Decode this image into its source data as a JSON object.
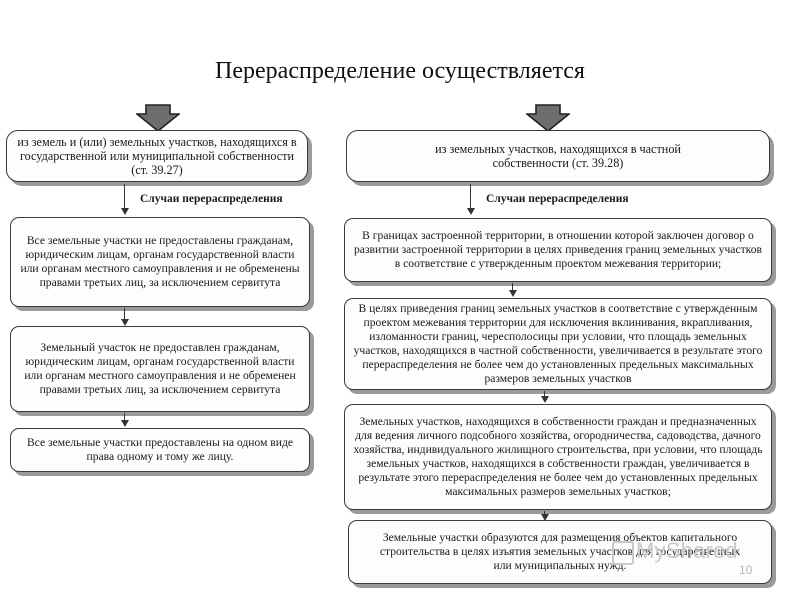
{
  "title": "Перераспределение осуществляется",
  "left": {
    "header": "из земель и (или) земельных участков, находящихся в государственной или муниципальной собственности (ст. 39.27)",
    "cases_label": "Случаи перераспределения",
    "cases": [
      "Все земельные участки не предоставлены гражданам, юридическим лицам, органам государственной власти или органам местного самоуправления и не обременены правами третьих лиц, за исключением сервитута",
      "Земельный участок не предоставлен гражданам, юридическим лицам, органам государственной власти или органам местного самоуправления и не обременен правами третьих лиц, за исключением сервитута",
      "Все земельные участки предоставлены на одном виде права одному и тому же лицу."
    ]
  },
  "right": {
    "header": "из земельных участков, находящихся в частной собственности (ст. 39.28)",
    "cases_label": "Случаи перераспределения",
    "cases": [
      "В границах застроенной территории, в отношении которой заключен договор о развитии застроенной территории в целях приведения границ земельных участков в соответствие с утвержденным проектом межевания территории;",
      "В целях приведения границ земельных участков в соответствие с утвержденным проектом межевания территории для исключения вклинивания, вкрапливания, изломанности границ, чересполосицы при условии, что площадь земельных участков, находящихся в частной собственности, увеличивается в результате этого перераспределения не более чем до установленных предельных максимальных размеров земельных участков",
      "Земельных участков, находящихся в собственности граждан и предназначенных для ведения личного подсобного хозяйства, огородничества, садоводства, дачного хозяйства, индивидуального жилищного строительства, при условии, что площадь земельных участков, находящихся в собственности граждан, увеличивается в результате этого перераспределения не более чем до установленных предельных максимальных размеров земельных участков;",
      "Земельные участки образуются для размещения объектов капитального строительства в целях изъятия земельных участков для государственных или муниципальных нужд."
    ]
  },
  "watermark": "MyShared",
  "page_number": "10"
}
